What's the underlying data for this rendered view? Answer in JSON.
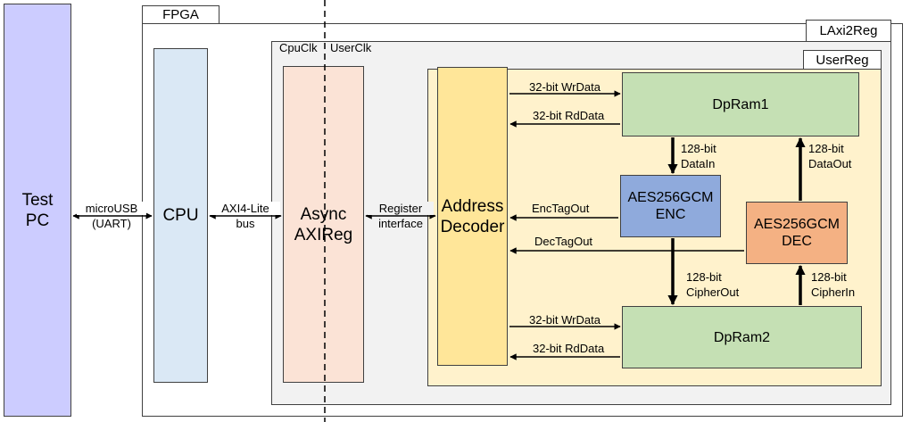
{
  "test_pc": {
    "line1": "Test",
    "line2": "PC"
  },
  "fpga": {
    "label": "FPGA"
  },
  "cpu": {
    "label": "CPU"
  },
  "laxi2reg": {
    "label": "LAxi2Reg"
  },
  "userreg": {
    "label": "UserReg"
  },
  "clocks": {
    "cpu_clk": "CpuClk",
    "user_clk": "UserClk"
  },
  "async_axireg": {
    "line1": "Async",
    "line2": "AXIReg"
  },
  "address_decoder": {
    "line1": "Address",
    "line2": "Decoder"
  },
  "dpram1": {
    "label": "DpRam1"
  },
  "dpram2": {
    "label": "DpRam2"
  },
  "aes_enc": {
    "line1": "AES256GCM",
    "line2": "ENC"
  },
  "aes_dec": {
    "line1": "AES256GCM",
    "line2": "DEC"
  },
  "links": {
    "microusb_line1": "microUSB",
    "microusb_line2": "(UART)",
    "axi_line1": "AXI4-Lite",
    "axi_line2": "bus",
    "reg_line1": "Register",
    "reg_line2": "interface",
    "wrdata1": "32-bit WrData",
    "rddata1": "32-bit RdData",
    "wrdata2": "32-bit WrData",
    "rddata2": "32-bit RdData",
    "datain_line1": "128-bit",
    "datain_line2": "DataIn",
    "dataout_line1": "128-bit",
    "dataout_line2": "DataOut",
    "cipherout_line1": "128-bit",
    "cipherout_line2": "CipherOut",
    "cipherin_line1": "128-bit",
    "cipherin_line2": "CipherIn",
    "enc_tag_out": "EncTagOut",
    "dec_tag_out": "DecTagOut"
  },
  "colors": {
    "test_pc": "#ccccff",
    "cpu": "#dae8f5",
    "async_axireg": "#fbe3d6",
    "userreg_bg": "#fff2cc",
    "address_decoder": "#ffe699",
    "dpram": "#c5e0b4",
    "aes_enc": "#8faadc",
    "aes_dec": "#f4b183",
    "laxi2reg_bg": "#f2f2f2"
  }
}
